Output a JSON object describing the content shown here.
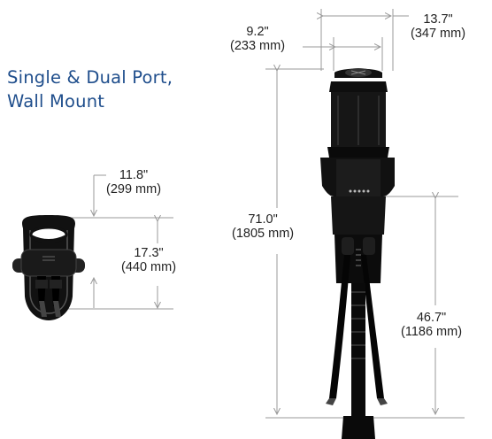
{
  "title": {
    "line1": "Single & Dual Port,",
    "line2": "Wall Mount"
  },
  "wall_mount": {
    "depth_in": "11.8\"",
    "depth_mm": "(299 mm)",
    "height_in": "17.3\"",
    "height_mm": "(440 mm)"
  },
  "pedestal": {
    "inner_width_in": "9.2\"",
    "inner_width_mm": "(233 mm)",
    "outer_width_in": "13.7\"",
    "outer_width_mm": "(347 mm)",
    "total_height_in": "71.0\"",
    "total_height_mm": "(1805 mm)",
    "mount_height_in": "46.7\"",
    "mount_height_mm": "(1186 mm)"
  },
  "colors": {
    "title": "#1f4e8c",
    "dimension_line": "#999999",
    "product": "#111111"
  }
}
